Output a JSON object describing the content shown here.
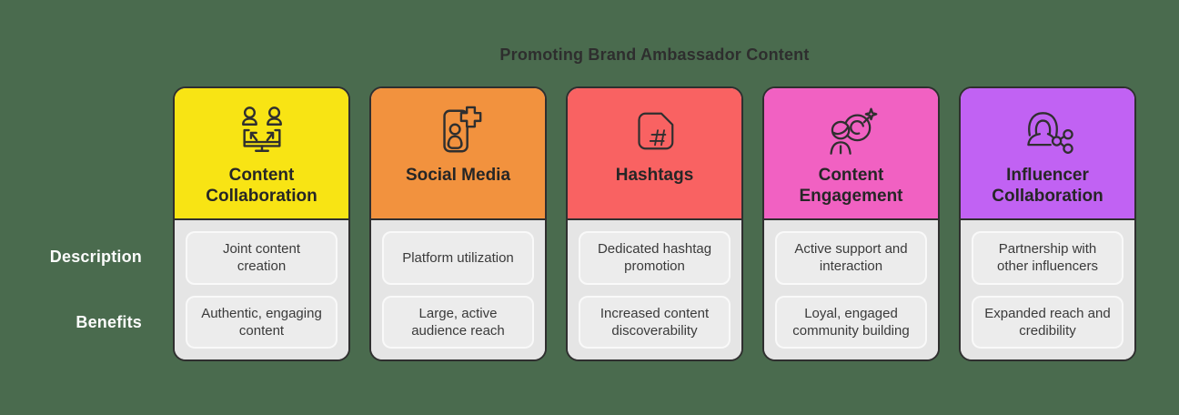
{
  "title": "Promoting Brand Ambassador Content",
  "row_labels": {
    "description": "Description",
    "benefits": "Benefits"
  },
  "colors": {
    "background": "#4A6B4E",
    "ink": "#2F2F2F",
    "card_body": "#E5E5E5",
    "cell_fill": "#ECECEC",
    "cell_border": "#F9F9F9",
    "label_text": "#FCFCFC"
  },
  "cards": [
    {
      "title": "Content Collaboration",
      "header_color": "#F8E414",
      "icon": "collaboration-devices-icon",
      "description": "Joint content creation",
      "benefits": "Authentic, engaging content"
    },
    {
      "title": "Social Media",
      "header_color": "#F2923E",
      "icon": "phone-person-add-icon",
      "description": "Platform utilization",
      "benefits": "Large, active audience reach"
    },
    {
      "title": "Hashtags",
      "header_color": "#F96262",
      "icon": "hashtag-note-icon",
      "description": "Dedicated hashtag promotion",
      "benefits": "Increased content discoverability"
    },
    {
      "title": "Content Engagement",
      "header_color": "#F161C2",
      "icon": "person-target-icon",
      "description": "Active support and interaction",
      "benefits": "Loyal, engaged community building"
    },
    {
      "title": "Influencer Collaboration",
      "header_color": "#C162F3",
      "icon": "woman-share-icon",
      "description": "Partnership with other influencers",
      "benefits": "Expanded reach and credibility"
    }
  ]
}
